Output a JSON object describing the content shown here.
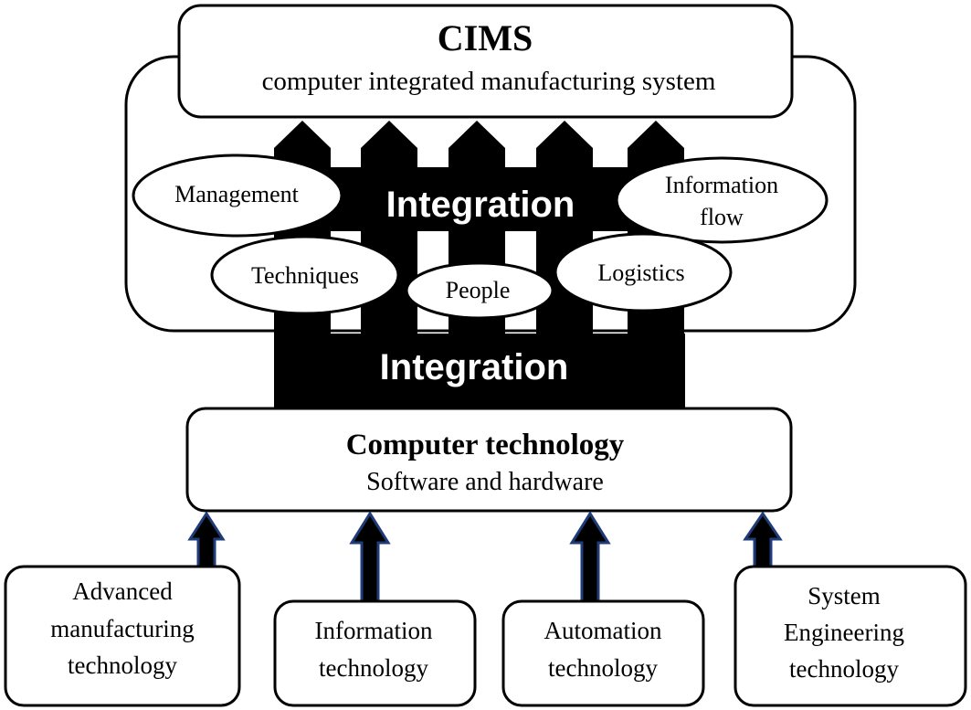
{
  "colors": {
    "fill_dark": "#000000",
    "box_fill": "#ffffff",
    "arrow_outline": "#1f3c78"
  },
  "top": {
    "title": "CIMS",
    "subtitle": "computer integrated manufacturing system"
  },
  "integration": {
    "upper_label": "Integration",
    "lower_label": "Integration"
  },
  "ellipses": {
    "management": "Management",
    "information_flow_line1": "Information",
    "information_flow_line2": "flow",
    "techniques": "Techniques",
    "people": "People",
    "logistics": "Logistics"
  },
  "computer": {
    "title": "Computer technology",
    "subtitle": "Software and hardware"
  },
  "bottom": {
    "advanced": [
      "Advanced",
      "manufacturing",
      "technology"
    ],
    "information": [
      "Information",
      "technology"
    ],
    "automation": [
      "Automation",
      "technology"
    ],
    "system": [
      "System",
      "Engineering",
      "technology"
    ]
  }
}
